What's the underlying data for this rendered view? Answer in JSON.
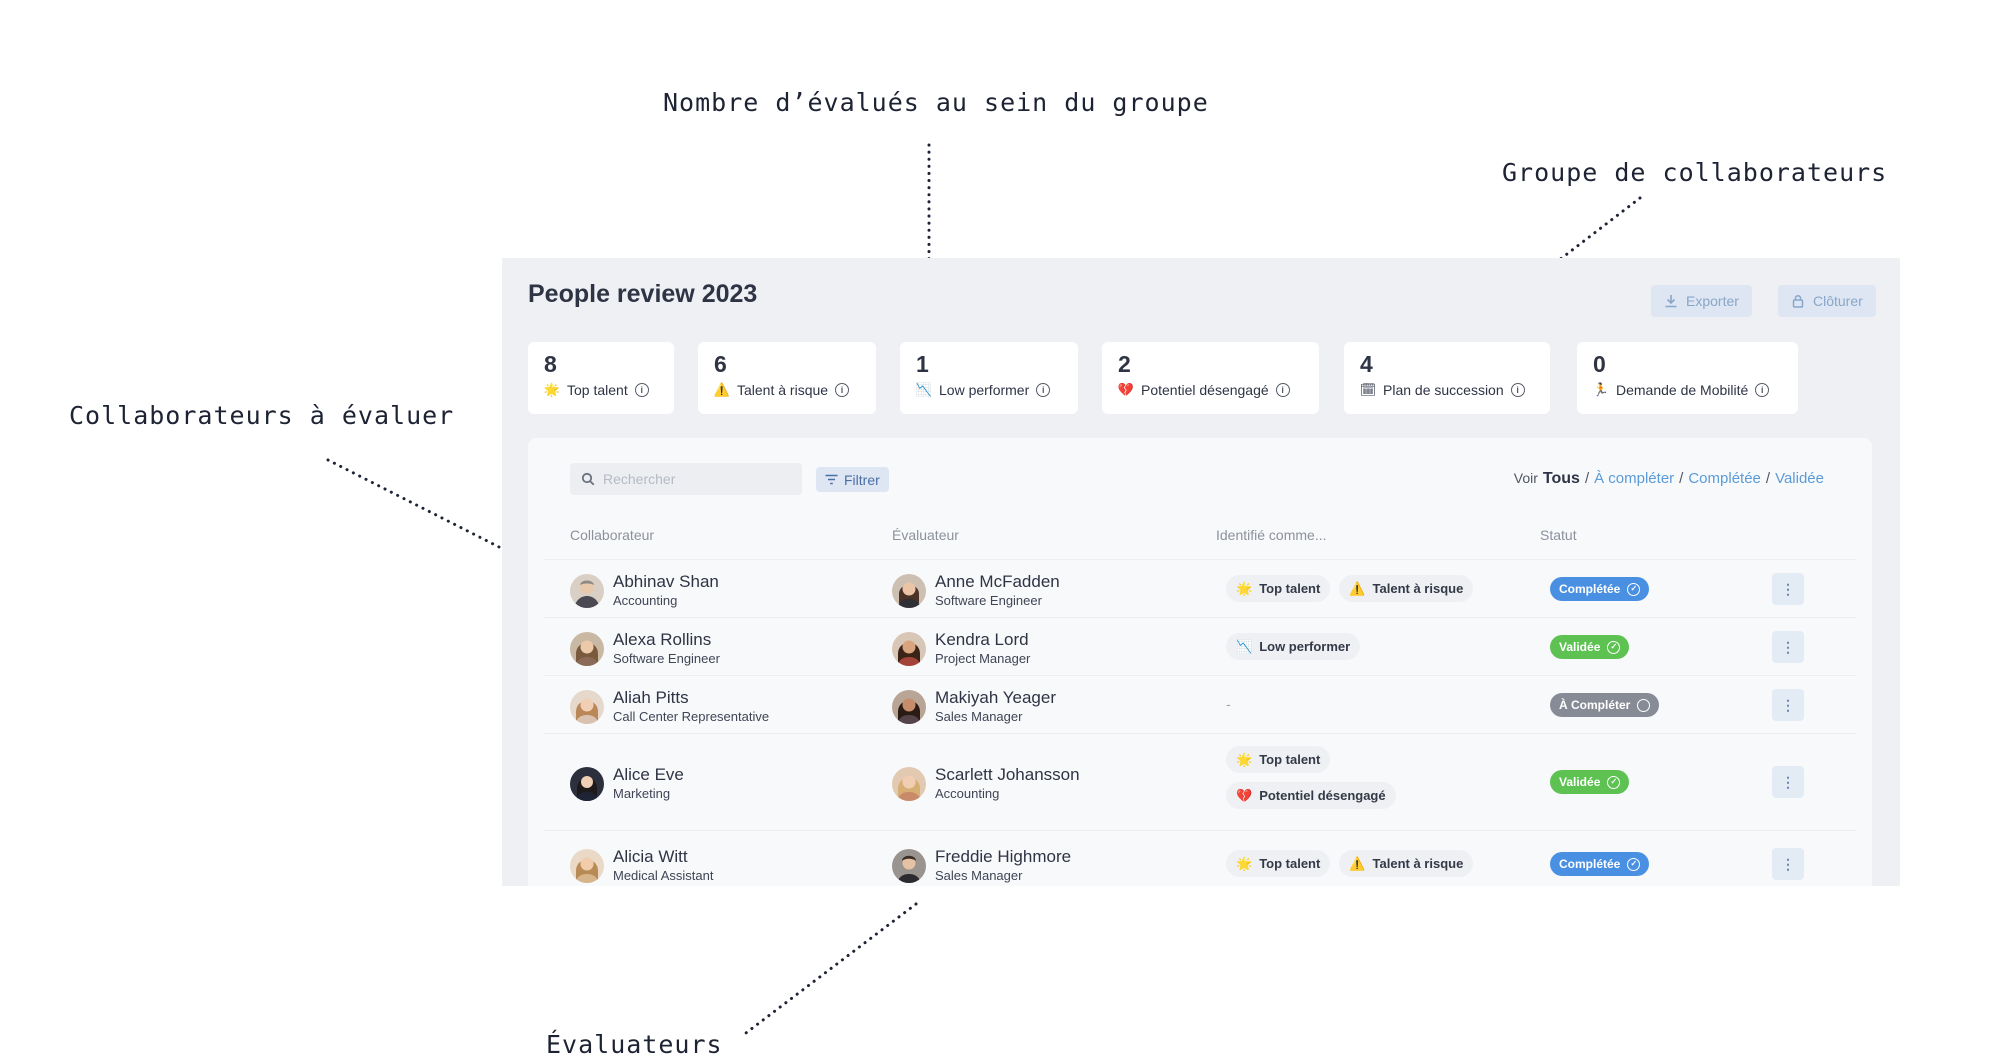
{
  "annotations": {
    "group_count": "Nombre d’évalués au sein du groupe",
    "group": "Groupe de collaborateurs",
    "to_evaluate": "Collaborateurs à évaluer",
    "evaluators": "Évaluateurs"
  },
  "header": {
    "title": "People review 2023",
    "export_label": "Exporter",
    "close_label": "Clôturer"
  },
  "stats": [
    {
      "count": "8",
      "label": "Top talent",
      "icon": "🌟"
    },
    {
      "count": "6",
      "label": "Talent à risque",
      "icon": "⚠️"
    },
    {
      "count": "1",
      "label": "Low performer",
      "icon": "📉"
    },
    {
      "count": "2",
      "label": "Potentiel désengagé",
      "icon": "💔"
    },
    {
      "count": "4",
      "label": "Plan de succession",
      "icon": "🗓"
    },
    {
      "count": "0",
      "label": "Demande de Mobilité",
      "icon": "🏃"
    }
  ],
  "toolbar": {
    "search_placeholder": "Rechercher",
    "filter_label": "Filtrer",
    "view_label": "Voir",
    "view_all": "Tous",
    "view_to_complete": "À compléter",
    "view_completed": "Complétée",
    "view_validated": "Validée",
    "separator": "/"
  },
  "columns": {
    "collaborator": "Collaborateur",
    "evaluator": "Évaluateur",
    "identified": "Identifié comme...",
    "status": "Statut"
  },
  "rows": [
    {
      "name": "Abhinav Shan",
      "role": "Accounting",
      "evaluator": "Anne McFadden",
      "evaluator_role": "Software Engineer",
      "tags": [
        "Top talent",
        "Talent à risque"
      ],
      "status": "Complétée"
    },
    {
      "name": "Alexa Rollins",
      "role": "Software Engineer",
      "evaluator": "Kendra Lord",
      "evaluator_role": "Project Manager",
      "tags": [
        "Low performer"
      ],
      "status": "Validée"
    },
    {
      "name": "Aliah Pitts",
      "role": "Call Center Representative",
      "evaluator": "Makiyah Yeager",
      "evaluator_role": "Sales Manager",
      "tags": [],
      "empty_tag": "-",
      "status": "À Compléter"
    },
    {
      "name": "Alice Eve",
      "role": "Marketing",
      "evaluator": "Scarlett Johansson",
      "evaluator_role": "Accounting",
      "tags": [
        "Top talent",
        "Potentiel désengagé"
      ],
      "status": "Validée"
    },
    {
      "name": "Alicia Witt",
      "role": "Medical Assistant",
      "evaluator": "Freddie Highmore",
      "evaluator_role": "Sales Manager",
      "tags": [
        "Top talent",
        "Talent à risque"
      ],
      "status": "Complétée"
    }
  ],
  "colors": {
    "panel_bg": "#eef0f4",
    "completee": "#4a90e2",
    "validee": "#5ec253",
    "a_completer": "#868b95",
    "link": "#5b9bd8"
  }
}
